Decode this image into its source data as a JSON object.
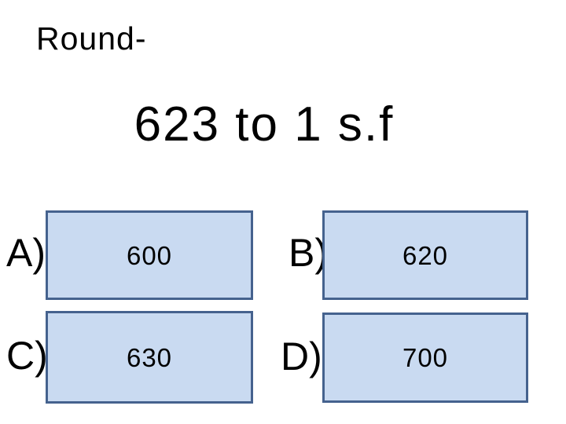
{
  "slide": {
    "prompt": "Round-",
    "title": "623 to 1 s.f",
    "answers": [
      {
        "label": "A)",
        "value": "600"
      },
      {
        "label": "B)",
        "value": "620"
      },
      {
        "label": "C)",
        "value": "630"
      },
      {
        "label": "D)",
        "value": "700"
      }
    ],
    "colors": {
      "box_fill": "#c9daf1",
      "box_border": "#45628e",
      "text": "#000000",
      "background": "#ffffff"
    }
  }
}
